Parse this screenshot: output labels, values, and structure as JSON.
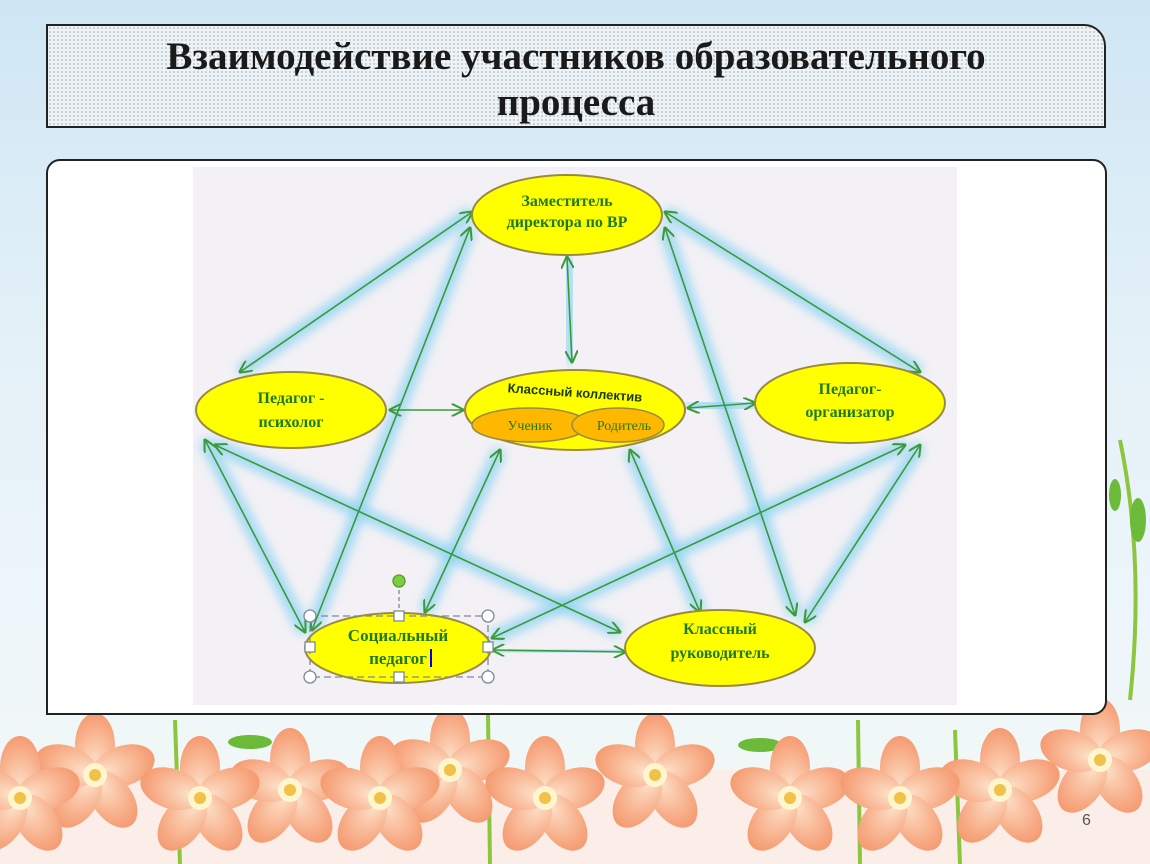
{
  "slide": {
    "title_line1": "Взаимодействие участников образовательного",
    "title_line2": "процесса",
    "page_number": "6"
  },
  "diagram": {
    "nodes": {
      "deputy_line1": "Заместитель",
      "deputy_line2": "директора по ВР",
      "psychologist_line1": "Педагог -",
      "psychologist_line2": "психолог",
      "collective_title": "Классный коллектив",
      "student": "Ученик",
      "parent": "Родитель",
      "organizer_line1": "Педагог-",
      "organizer_line2": "организатор",
      "social_line1": "Социальный",
      "social_line2": "педагог",
      "class_teacher_line1": "Классный",
      "class_teacher_line2": "руководитель"
    },
    "colors": {
      "node_fill": "#ffff00",
      "inner_fill": "#ffb800",
      "text": "#1f7a1f",
      "arrow": "#3a9a3a",
      "glow": "#7fd0f0"
    }
  }
}
